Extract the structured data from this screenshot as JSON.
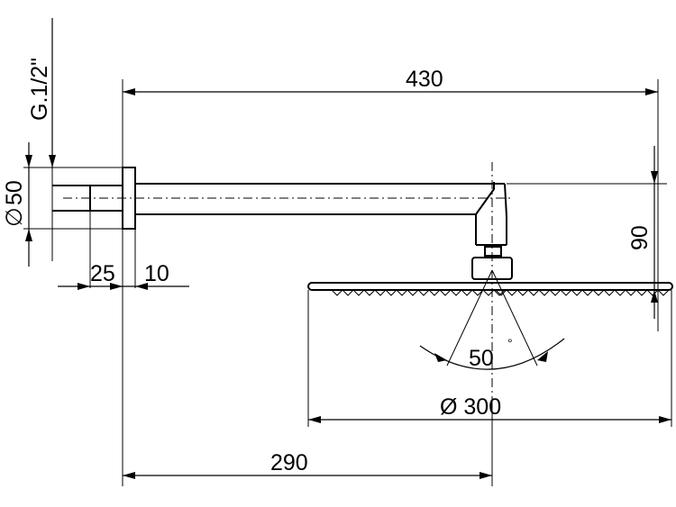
{
  "dimensions": {
    "total_length": "430",
    "thread": "G.1/2\"",
    "flange_diameter": "50",
    "flange_diameter_symbol": "∅",
    "depth_a": "25",
    "depth_b": "10",
    "drop": "90",
    "spray_angle": "50",
    "spray_angle_unit": "°",
    "head_diameter": "Ø 300",
    "center_offset": "290"
  }
}
